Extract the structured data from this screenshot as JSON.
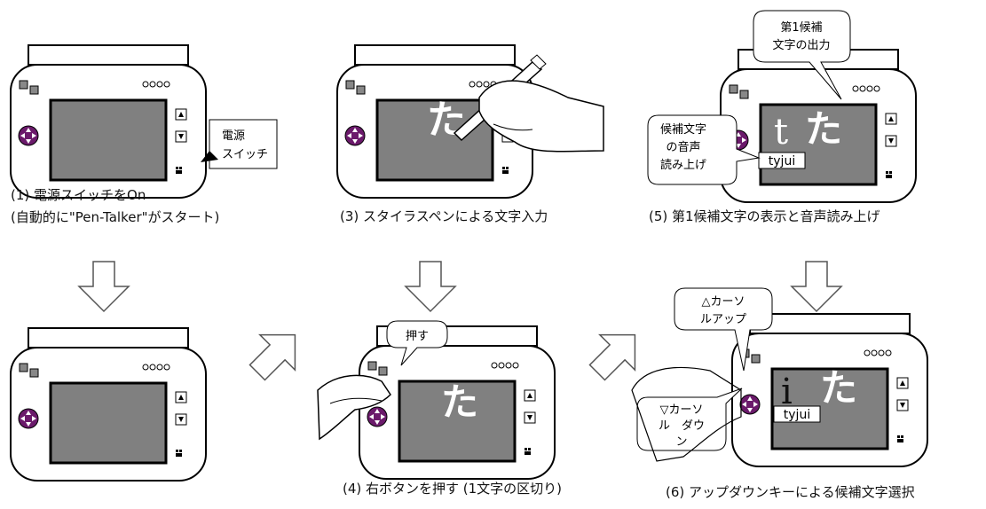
{
  "captions": {
    "step1_line1": "(1) 電源スイッチをOn",
    "step1_line2": "(自動的に\"Pen-Talker\"がスタート)",
    "step3": "(3) スタイラスペンによる文字入力",
    "step5": "(5)  第1候補文字の表示と音声読み上げ",
    "step4": "(4) 右ボタンを押す (1文字の区切り)",
    "step6": "(6) アップダウンキーによる候補文字選択"
  },
  "callouts": {
    "power_switch_1": "電源",
    "power_switch_2": "スイッチ",
    "press": "押す",
    "first_candidate_1": "第1候補",
    "first_candidate_2": "文字の出力",
    "reading_1": "候補文字",
    "reading_2": "の音声",
    "reading_3": "読み上げ",
    "cursor_up_1": "△カーソ",
    "cursor_up_2": "ルアップ",
    "cursor_down_1": "▽カーソ",
    "cursor_down_2": "ル　ダウ",
    "cursor_down_3": "ン"
  },
  "screen": {
    "handwritten_char": "た",
    "candidate_t": "t",
    "candidate_i": "i",
    "candidate_string": "tyjui"
  },
  "colors": {
    "screen_fill": "#808080",
    "dpad": "#6b1a6b",
    "device_outline": "#000000",
    "arrow_outline": "#555555"
  }
}
